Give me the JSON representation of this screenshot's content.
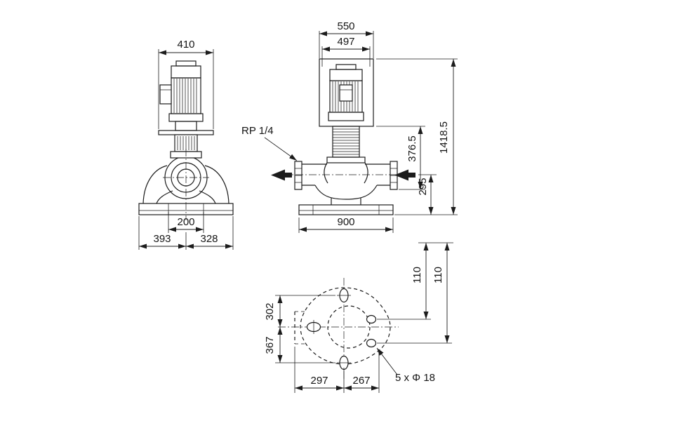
{
  "drawing": {
    "front_view": {
      "motor_width": "410",
      "outlet_width": "200",
      "base_left": "393",
      "base_right": "328"
    },
    "side_view": {
      "shroud_width": "550",
      "motor_width": "497",
      "plug_label": "RP 1/4",
      "seal_height": "376.5",
      "port_height": "295",
      "total_height": "1418.5",
      "base_length": "900"
    },
    "plan_view": {
      "upper_offset": "302",
      "lower_offset": "367",
      "hole_offset_right_1": "110",
      "hole_offset_right_2": "110",
      "bottom_left_offset": "297",
      "bottom_right_offset": "267",
      "holes_label": "5 x Φ 18"
    }
  }
}
